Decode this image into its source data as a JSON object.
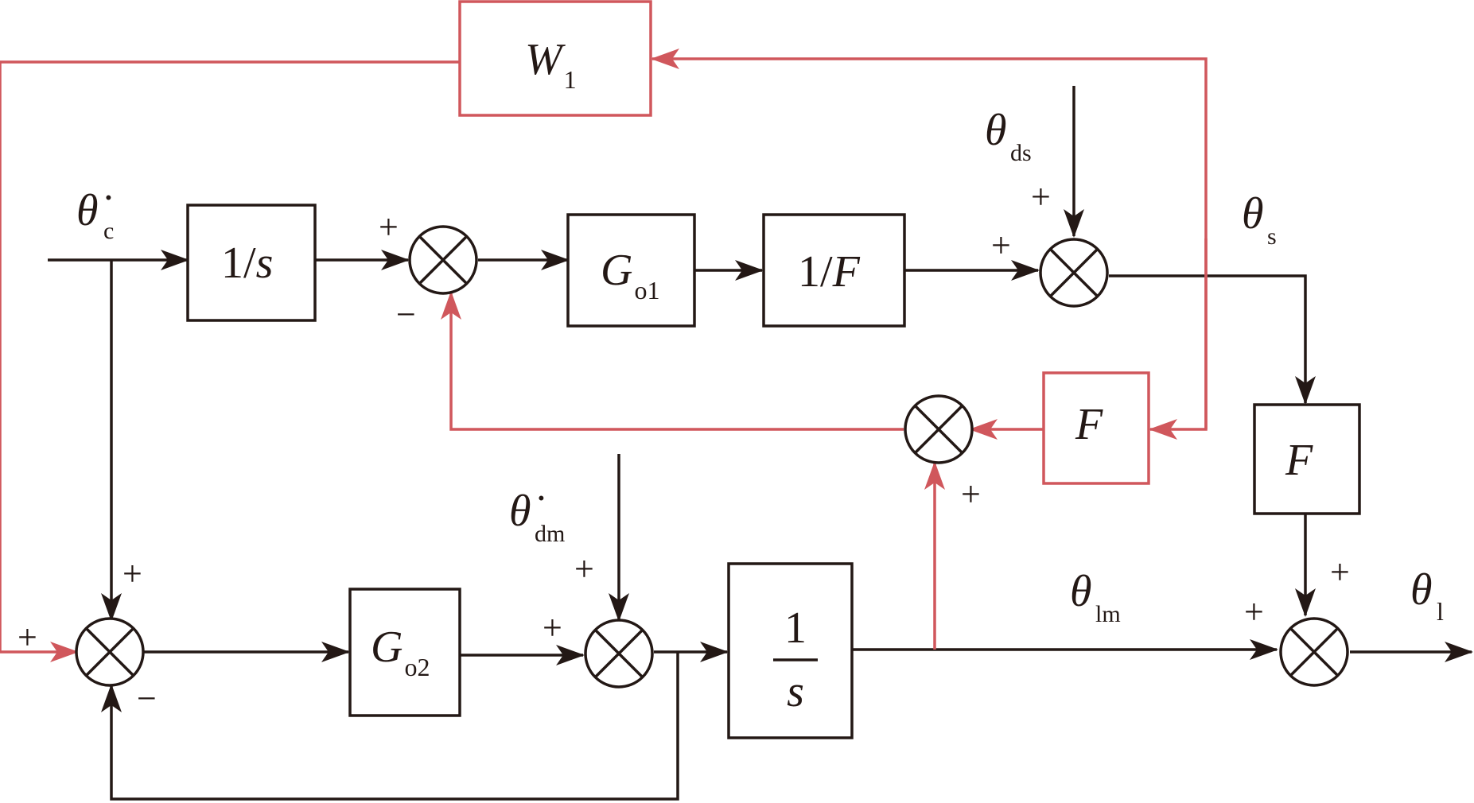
{
  "colors": {
    "line": "#231815",
    "feedback": "#d0575c"
  },
  "blocks": {
    "w1": {
      "main": "W",
      "sub": "1"
    },
    "int_top": {
      "main": "1/",
      "var": "s"
    },
    "go1": {
      "main": "G",
      "sub": "o1"
    },
    "inv_f": {
      "main": "1/",
      "var": "F"
    },
    "f_red": {
      "main": "F"
    },
    "f_right": {
      "main": "F"
    },
    "go2": {
      "main": "G",
      "sub": "o2"
    },
    "int_bottom": {
      "num": "1",
      "den": "s"
    }
  },
  "signals": {
    "theta_c": {
      "main": "θ̇",
      "sub": "c"
    },
    "theta_ds": {
      "main": "θ",
      "sub": "ds"
    },
    "theta_s": {
      "main": "θ",
      "sub": "s"
    },
    "theta_dm": {
      "main": "θ̇",
      "sub": "dm"
    },
    "theta_lm": {
      "main": "θ",
      "sub": "lm"
    },
    "theta_l": {
      "main": "θ",
      "sub": "l"
    }
  },
  "signs": {
    "plus": "+",
    "minus": "−"
  }
}
